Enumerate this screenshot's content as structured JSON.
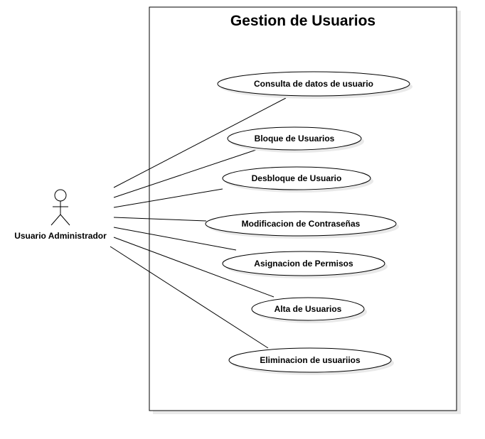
{
  "system": {
    "title": "Gestion de Usuarios"
  },
  "actor": {
    "label": "Usuario Administrador",
    "icon": "stick-figure-icon"
  },
  "use_cases": [
    {
      "label": "Consulta de datos de usuario"
    },
    {
      "label": "Bloque de Usuarios"
    },
    {
      "label": "Desbloque de Usuario"
    },
    {
      "label": "Modificacion de Contraseñas"
    },
    {
      "label": "Asignacion de Permisos"
    },
    {
      "label": "Alta de Usuarios"
    },
    {
      "label": "Eliminacion de usuariios"
    }
  ],
  "colors": {
    "stroke": "#000000",
    "shadow": "#e9e9e9",
    "fill": "#ffffff"
  }
}
